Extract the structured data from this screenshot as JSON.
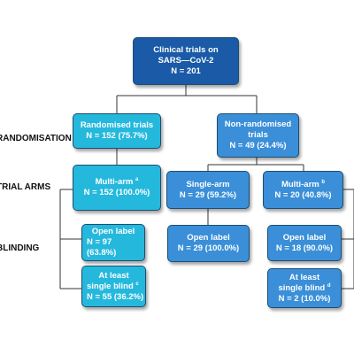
{
  "stage_labels": {
    "randomisation": "RANDOMISATION",
    "trial_arms": "TRIAL ARMS",
    "blinding": "BLINDING"
  },
  "nodes": {
    "root": {
      "line1": "Clinical trials on",
      "line2": "SARS—CoV-2",
      "line3": "N = 201"
    },
    "randomised": {
      "line1": "Randomised trials",
      "line2": "N = 152 (75.7%)"
    },
    "non_randomised": {
      "line1": "Non-randomised",
      "line2": "trials",
      "line3": "N = 49 (24.4%)"
    },
    "multi_arm_a": {
      "line1": "Multi-arm",
      "sup": "a",
      "line2": "N = 152 (100.0%)"
    },
    "single_arm": {
      "line1": "Single-arm",
      "line2": "N = 29 (59.2%)"
    },
    "multi_arm_b": {
      "line1": "Multi-arm",
      "sup": "b",
      "line2": "N = 20 (40.8%)"
    },
    "open_label_r": {
      "line1": "Open label",
      "line2": "N = 97",
      "line3": "(63.8%)"
    },
    "blind_r": {
      "line1": "At least",
      "line2": "single blind",
      "sup": "c",
      "line3": "N = 55 (36.2%)"
    },
    "open_label_s": {
      "line1": "Open label",
      "line2": "N = 29 (100.0%)"
    },
    "open_label_m": {
      "line1": "Open label",
      "line2": "N = 18 (90.0%)"
    },
    "blind_m": {
      "line1": "At least",
      "line2": "single blind",
      "sup": "d",
      "line3": "N = 2 (10.0%)"
    }
  },
  "colors": {
    "root": "#1a5aa6",
    "randomised": "#25b8dd",
    "non_randomised": "#3a8fd8",
    "connector": "#333333"
  }
}
